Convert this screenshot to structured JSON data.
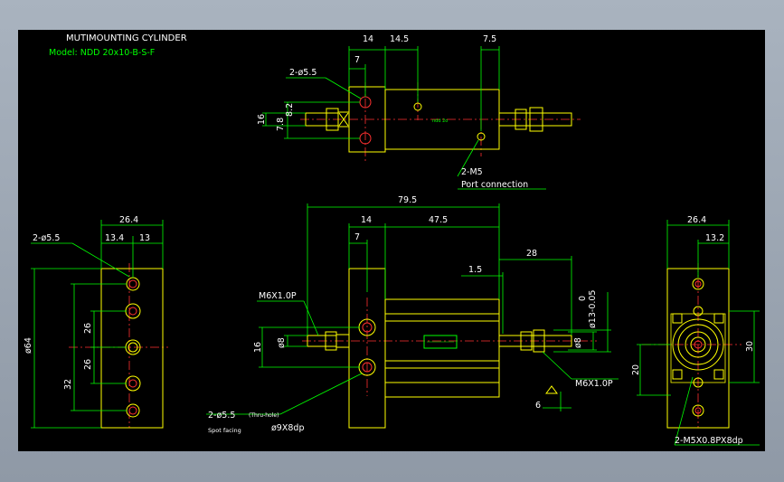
{
  "title": "MUTIMOUNTING CYLINDER",
  "model": "Model: NDD 20x10-B-S-F",
  "top_view": {
    "dims": [
      "14",
      "14.5",
      "7.5",
      "7",
      "16",
      "7.8",
      "8.2"
    ],
    "hole_label": "2-ø5.5",
    "body_text": "ndd 2o",
    "port_label": "2-M5",
    "port_text": "Port connection"
  },
  "left_view": {
    "dims": [
      "26.4",
      "13.4",
      "13",
      "26",
      "26",
      "32",
      "ø64"
    ],
    "hole_label": "2-ø5.5"
  },
  "front_view": {
    "dims": [
      "79.5",
      "14",
      "47.5",
      "7",
      "28",
      "1.5",
      "16",
      "ø8",
      "0",
      "ø13-0.05",
      "ø8",
      "6"
    ],
    "rod_thread_left": "M6X1.0P",
    "rod_thread_right": "M6X1.0P",
    "hole_label": "2-ø5.5",
    "hole_note": "(Thru-hole)",
    "spot_label": "Spot facing",
    "spot_dim": "ø9X8dp"
  },
  "right_view": {
    "dims": [
      "26.4",
      "13.2",
      "30",
      "20"
    ],
    "tap_label": "2-M5X0.8PX8dp"
  },
  "colors": {
    "background": "#000000",
    "outline": "#ffff00",
    "dimension": "#00ff00",
    "center": "#ff3030",
    "text": "#ffffff"
  }
}
